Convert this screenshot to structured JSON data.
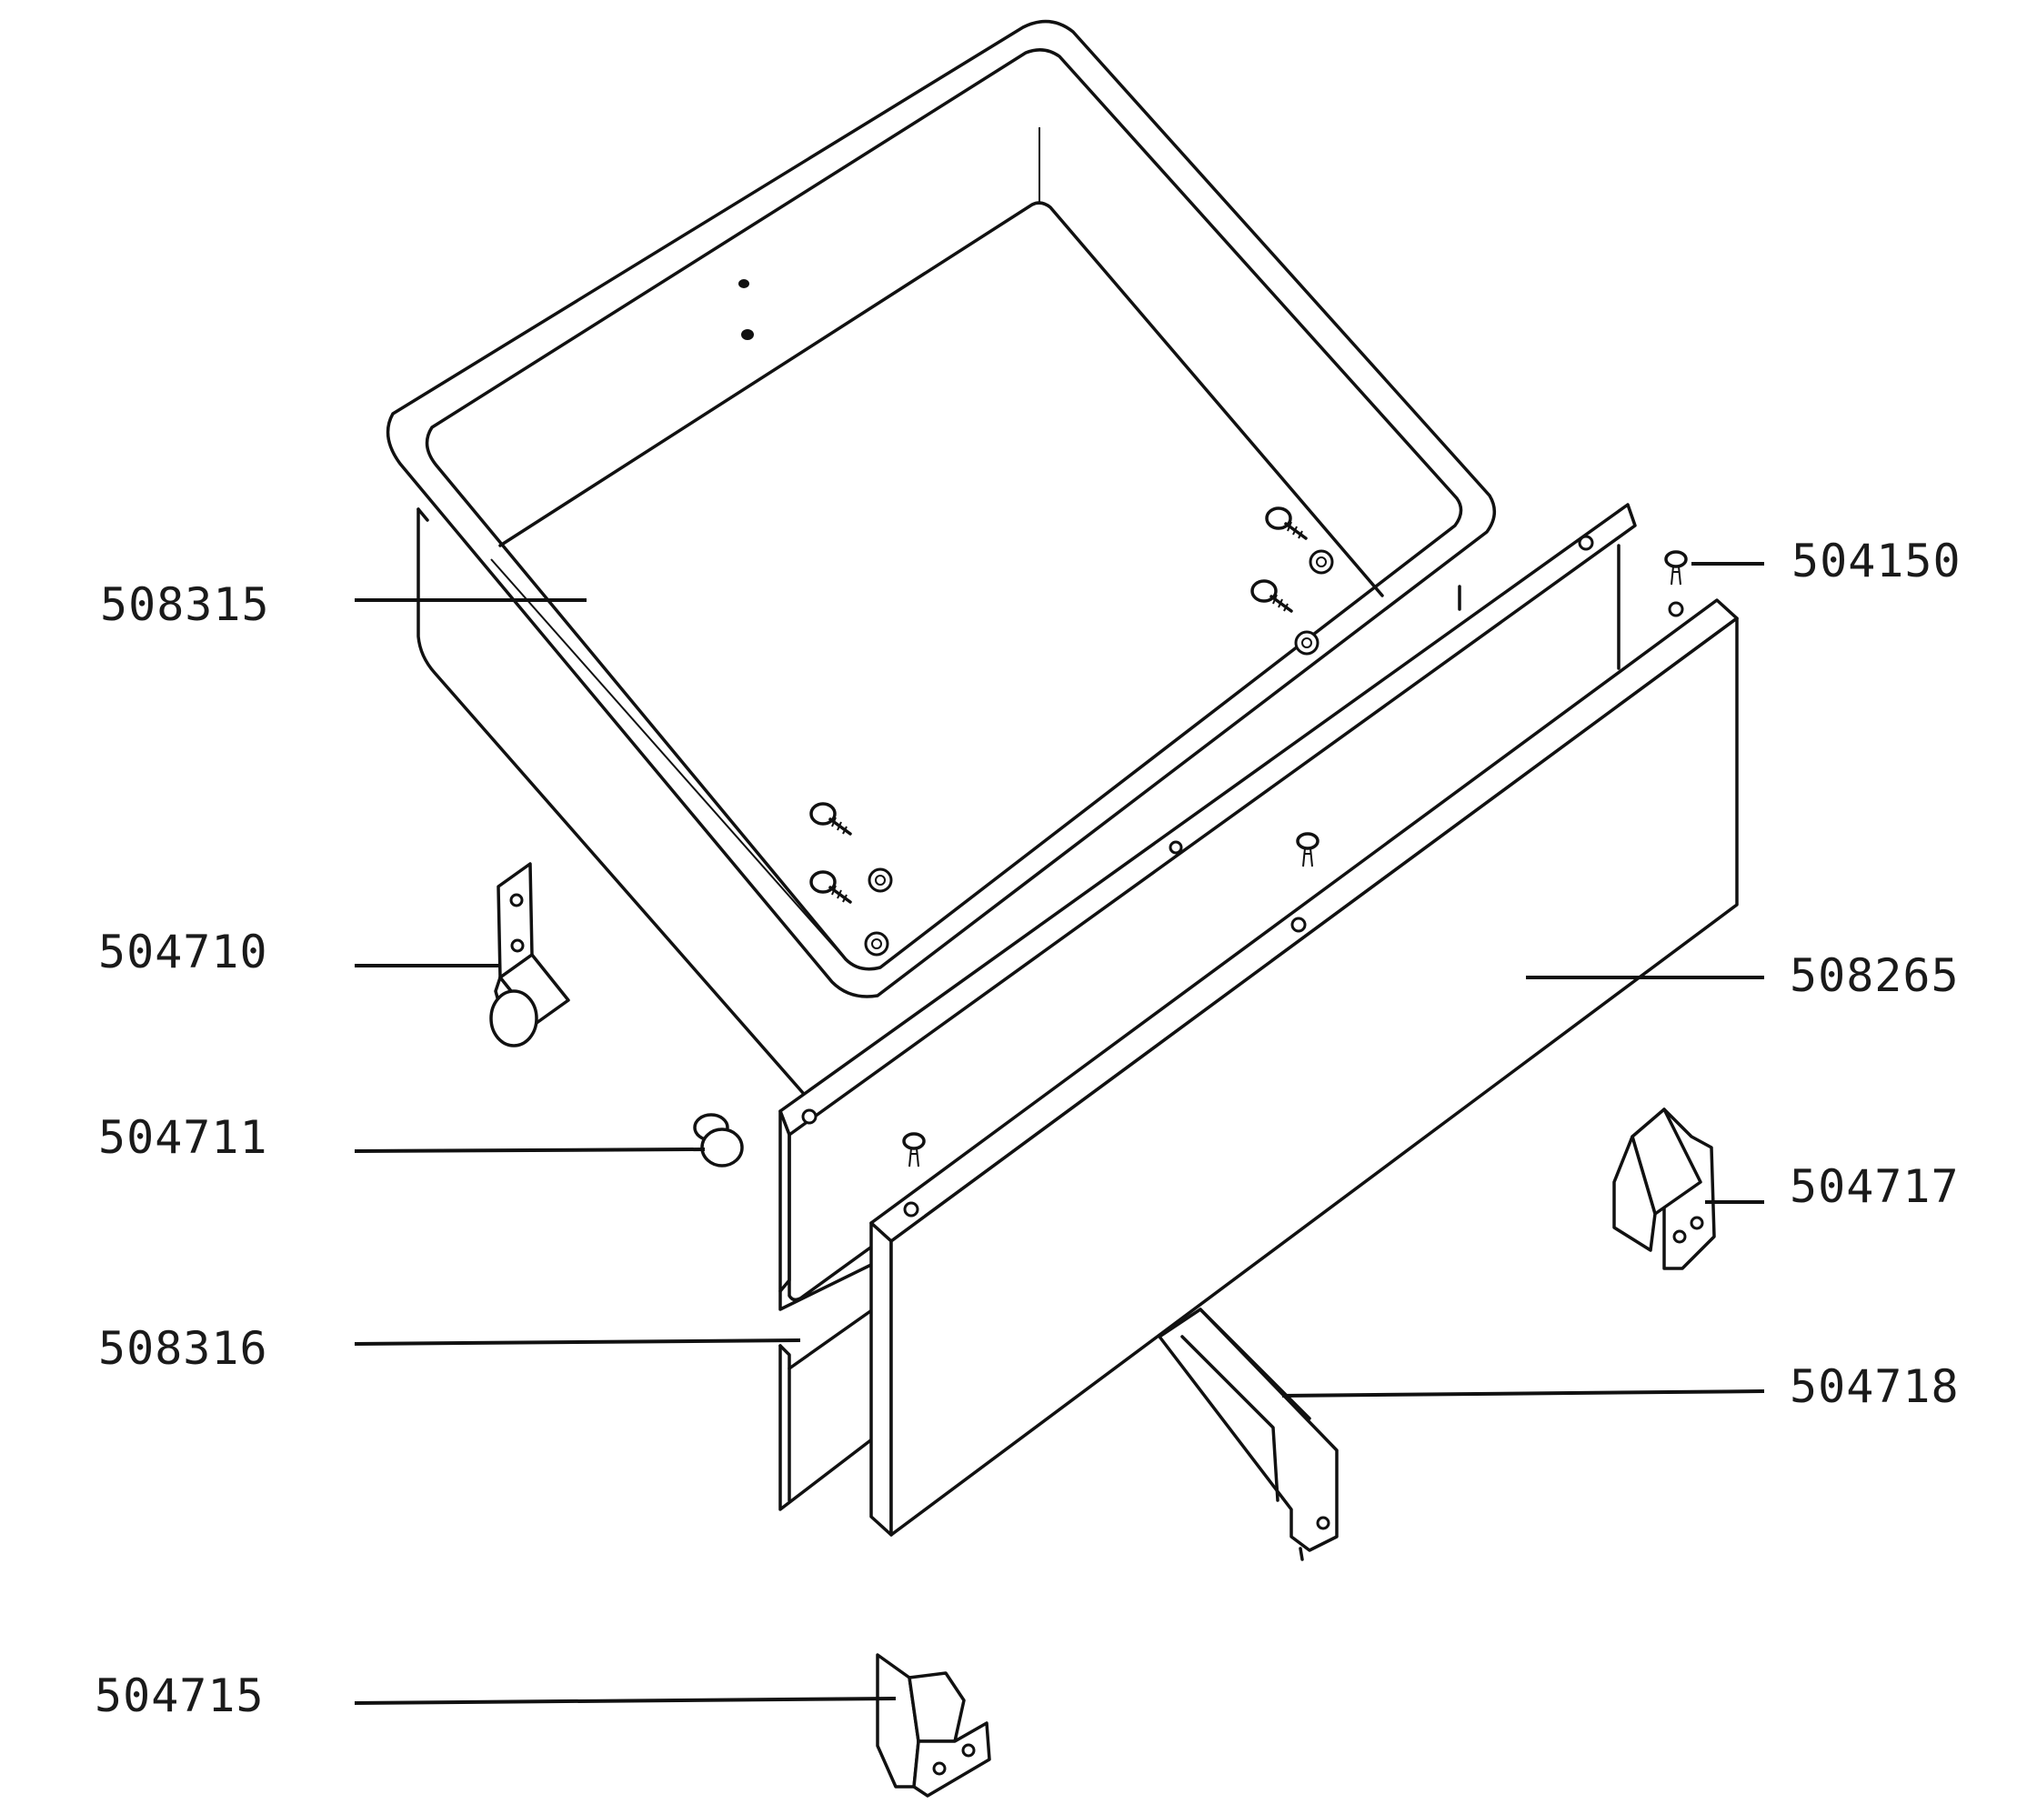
{
  "diagram": {
    "labels": [
      {
        "id": "508315",
        "text": "508315"
      },
      {
        "id": "504710",
        "text": "504710"
      },
      {
        "id": "504711",
        "text": "504711"
      },
      {
        "id": "508316",
        "text": "508316"
      },
      {
        "id": "504715",
        "text": "504715"
      },
      {
        "id": "504150",
        "text": "504150"
      },
      {
        "id": "508265",
        "text": "508265"
      },
      {
        "id": "504717",
        "text": "504717"
      },
      {
        "id": "504718",
        "text": "504718"
      }
    ]
  }
}
